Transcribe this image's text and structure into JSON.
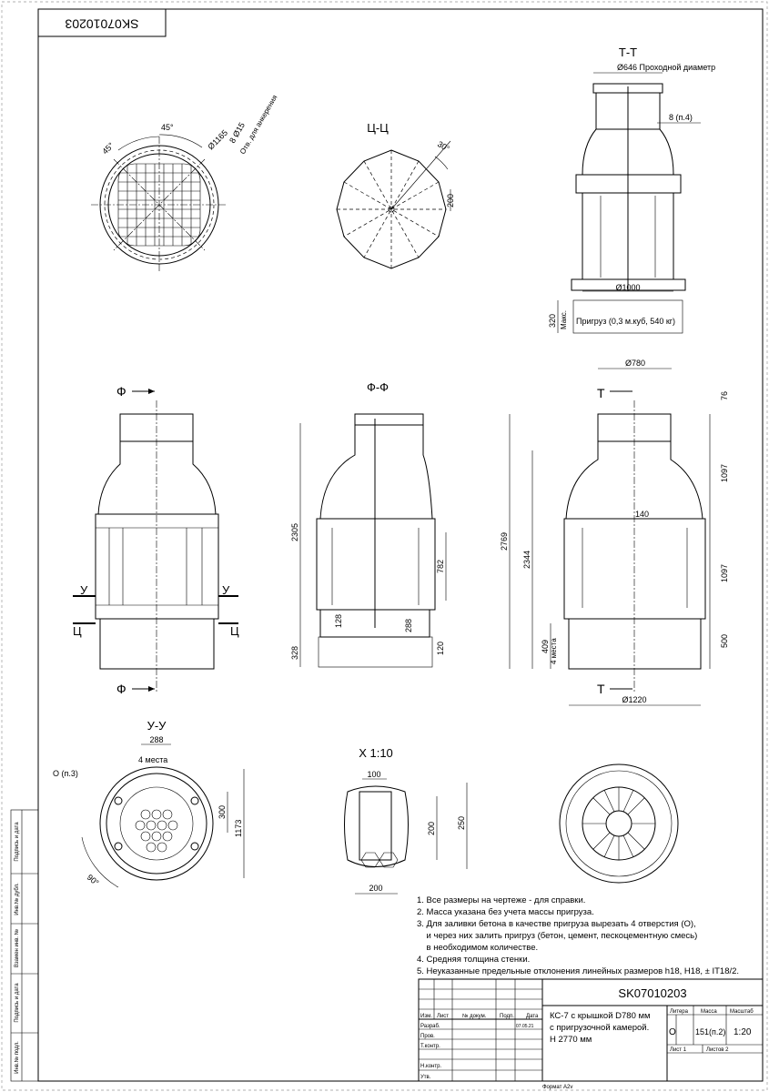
{
  "doc_code": "SK07010203",
  "sections": {
    "tt": "Т-Т",
    "tsts": "Ц-Ц",
    "ff": "Ф-Ф",
    "uu": "У-У",
    "x": "Х 1:10",
    "f_mark": "Ф",
    "t_mark": "Т",
    "u_mark": "У",
    "ts_mark": "Ц"
  },
  "plan_view": {
    "angle1": "45°",
    "angle2": "45°",
    "diameter": "Ø1165",
    "holes": "8  Ø15",
    "holes_note": "Отв. для анкерения"
  },
  "ts_view": {
    "angle": "30°",
    "dim": "200"
  },
  "tt_view": {
    "pass_diameter": "Ø646 Проходной диаметр",
    "note8": "8  (п.4)",
    "d1000": "Ø1000",
    "load": "Пригруз (0,3 м.куб, 540 кг)",
    "h320": "320",
    "max": "Макс."
  },
  "ff_view": {
    "h2305": "2305",
    "h782": "782",
    "h128": "128",
    "h288": "288",
    "h120": "120",
    "h328": "328"
  },
  "side_view": {
    "d780": "Ø780",
    "h76": "76",
    "h1097a": "1097",
    "h140": "140",
    "h1097b": "1097",
    "h500": "500",
    "h2769": "2769",
    "h2344": "2344",
    "h409": "409",
    "places": "4 места",
    "d1220": "Ø1220"
  },
  "uu_view": {
    "w288": "288",
    "places": "4 места",
    "o_note": "О (п.3)",
    "h300": "300",
    "h1173": "1173",
    "angle": "90°"
  },
  "x_view": {
    "w100": "100",
    "h200": "200",
    "h250": "250",
    "w200": "200"
  },
  "notes": [
    "1. Все размеры на чертеже - для справки.",
    "2. Масса указана без учета массы пригруза.",
    "3. Для заливки бетона в качестве пригруза вырезать 4 отверстия (О),",
    "    и через них залить пригруз (бетон, цемент, пескоцементную смесь)",
    "    в необходимом количестве.",
    "4. Средняя толщина стенки.",
    "5. Неуказанные предельные отклонения линейных размеров h18, H18, ± IT18/2."
  ],
  "title_block": {
    "code": "SK07010203",
    "name_l1": "КС-7 с крышкой D780 мм",
    "name_l2": "с пригрузочной камерой.",
    "name_l3": "Н 2770 мм",
    "izm": "Изм.",
    "list": "Лист",
    "doc_no": "№ докум.",
    "sign": "Подп.",
    "date": "Дата",
    "razrab": "Разраб.",
    "date_val": "07.05.21",
    "prov": "Пров.",
    "tkontr": "Т.контр.",
    "nkontr": "Н.контр.",
    "utv": "Утв.",
    "litera": "Литера",
    "massa": "Масса",
    "masshtab": "Масштаб",
    "lit_val": "О",
    "mass_val": "151(п.2)",
    "scale_val": "1:20",
    "sheet": "Лист 1",
    "sheets": "Листов 2",
    "format": "Формат А2v"
  },
  "side_stamp": [
    "Подпись и дата",
    "Инв.№ дубл.",
    "Взамен инв. №",
    "Подпись и дата",
    "Инв.№ подл."
  ]
}
